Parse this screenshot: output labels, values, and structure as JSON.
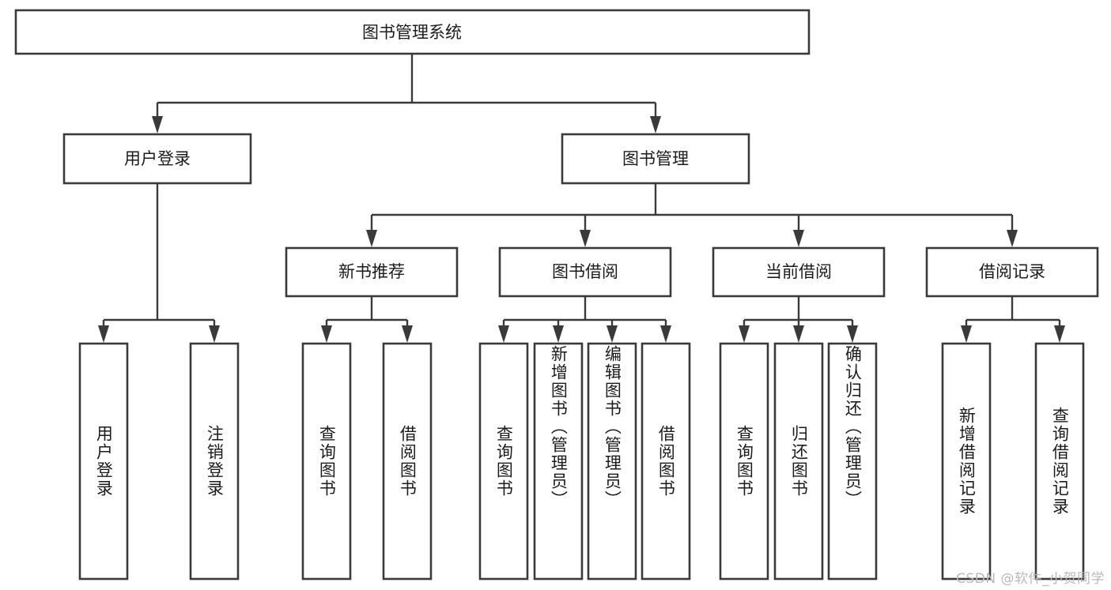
{
  "diagram": {
    "type": "tree",
    "title": "图书管理系统",
    "orientation": "top-down",
    "colors": {
      "box_stroke": "#3a3a3a",
      "box_fill": "#ffffff",
      "connector": "#3a3a3a",
      "text": "#1b1b1b",
      "background": "#ffffff",
      "watermark": "#b9b9b9"
    },
    "root": {
      "label": "图书管理系统"
    },
    "level2": [
      {
        "id": "user-login",
        "label": "用户登录"
      },
      {
        "id": "book-manage",
        "label": "图书管理"
      }
    ],
    "level3": [
      {
        "id": "new-book-recommend",
        "label": "新书推荐",
        "parent": "book-manage"
      },
      {
        "id": "book-borrow",
        "label": "图书借阅",
        "parent": "book-manage"
      },
      {
        "id": "current-borrow",
        "label": "当前借阅",
        "parent": "book-manage"
      },
      {
        "id": "borrow-record",
        "label": "借阅记录",
        "parent": "book-manage"
      }
    ],
    "leaves": {
      "user-login": [
        {
          "id": "leaf-user-login",
          "label": "用户登录"
        },
        {
          "id": "leaf-user-logout",
          "label": "注销登录"
        }
      ],
      "new-book-recommend": [
        {
          "id": "leaf-query-book-1",
          "label": "查询图书"
        },
        {
          "id": "leaf-borrow-book-1",
          "label": "借阅图书"
        }
      ],
      "book-borrow": [
        {
          "id": "leaf-query-book-2",
          "label": "查询图书"
        },
        {
          "id": "leaf-add-book",
          "label": "新增图书（管理员）"
        },
        {
          "id": "leaf-edit-book",
          "label": "编辑图书（管理员）"
        },
        {
          "id": "leaf-borrow-book-2",
          "label": "借阅图书"
        }
      ],
      "current-borrow": [
        {
          "id": "leaf-query-book-3",
          "label": "查询图书"
        },
        {
          "id": "leaf-return-book",
          "label": "归还图书"
        },
        {
          "id": "leaf-confirm-return",
          "label": "确认归还（管理员）"
        }
      ],
      "borrow-record": [
        {
          "id": "leaf-add-record",
          "label": "新增借阅记录"
        },
        {
          "id": "leaf-query-record",
          "label": "查询借阅记录"
        }
      ]
    }
  },
  "watermark": {
    "text": "CSDN @软件_小贺同学"
  }
}
